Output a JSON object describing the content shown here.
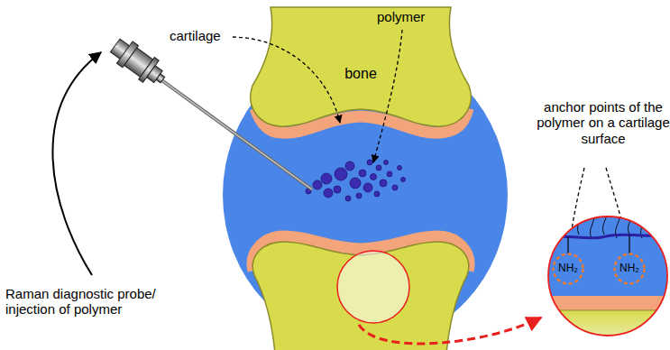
{
  "diagram": {
    "nodes": [
      {
        "text": [
          "bone"
        ]
      },
      {
        "text": [
          "NH₂"
        ]
      },
      {
        "text": [
          "NH₂"
        ]
      }
    ],
    "labels": [
      "cartilage",
      "polymer",
      "anchor points of the polymer on a cartilage surface",
      "Raman diagnostic probe/ injection of polymer"
    ]
  }
}
